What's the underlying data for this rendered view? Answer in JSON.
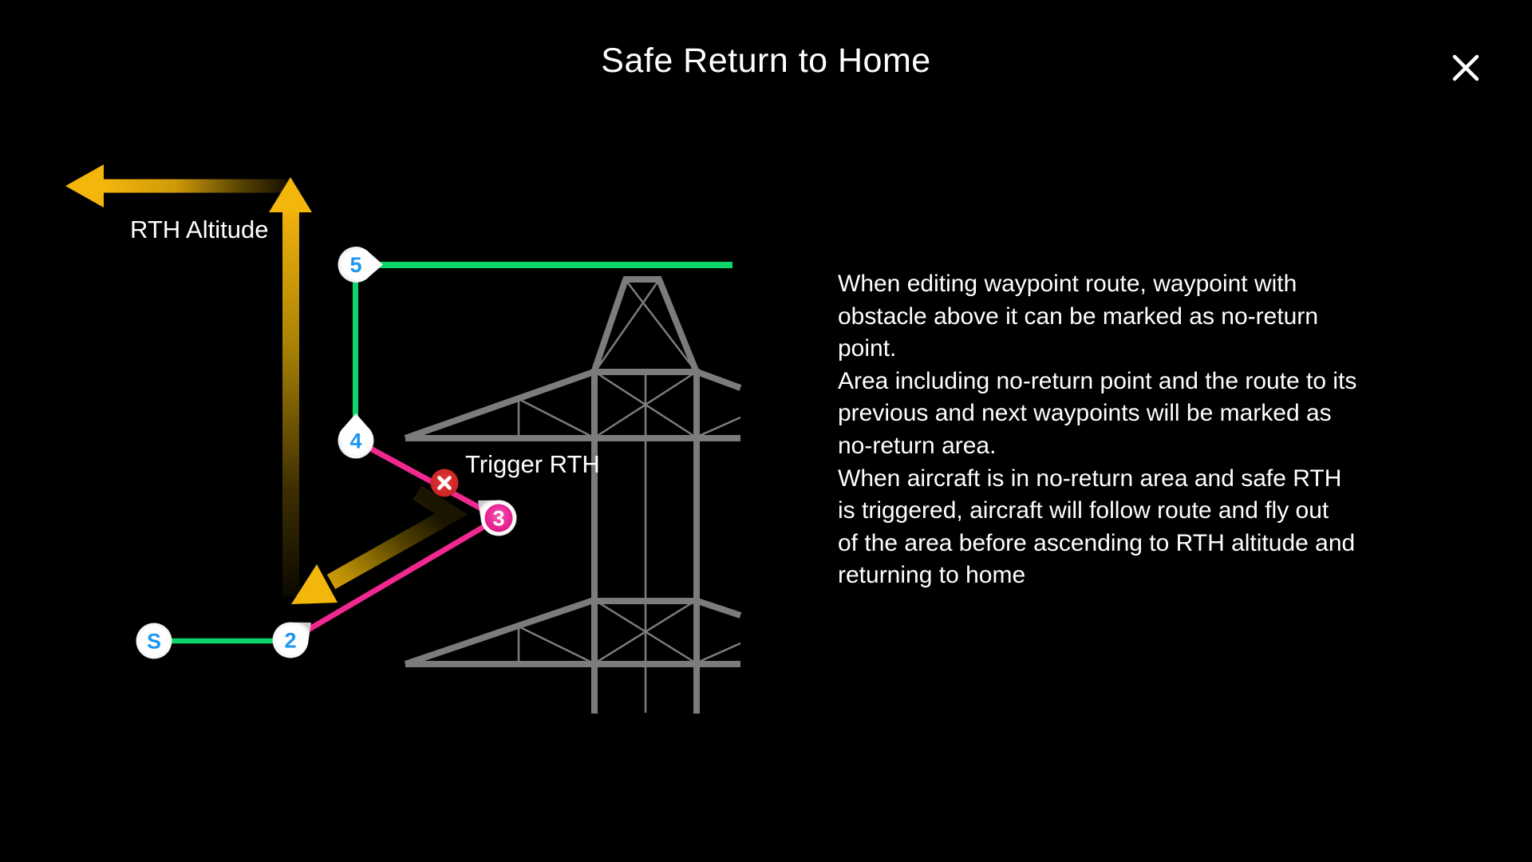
{
  "dialog": {
    "title": "Safe Return to Home",
    "close_icon_name": "close-x"
  },
  "diagram": {
    "rth_altitude_label": "RTH Altitude",
    "trigger_rth_label": "Trigger RTH",
    "waypoints": [
      {
        "id": "wp5",
        "label": "5",
        "type": "normal"
      },
      {
        "id": "wp4",
        "label": "4",
        "type": "normal"
      },
      {
        "id": "wp3",
        "label": "3",
        "type": "no-return"
      },
      {
        "id": "wp2",
        "label": "2",
        "type": "normal"
      },
      {
        "id": "start",
        "label": "S",
        "type": "start"
      }
    ],
    "no_return_marker_icon": "x-circle",
    "obstacle": "transmission-tower"
  },
  "description": {
    "lines": [
      "When editing waypoint route, waypoint with",
      "obstacle above it can be marked as no-return",
      "point.",
      "Area including no-return point and the route to its",
      "previous and next waypoints will be marked as",
      "no-return area.",
      "When aircraft is in no-return area and safe RTH",
      "is triggered, aircraft will follow route and fly out",
      "of the area before ascending to RTH altitude and",
      "returning to home"
    ]
  },
  "theme": {
    "bg": "#000000",
    "text": "#ffffff",
    "route-green": "#0ed56a",
    "no-return-pink": "#f0288f",
    "rth-gold": "#f2b40c",
    "alert-red": "#d22b2b",
    "waypoint-blue": "#1e96f0",
    "tower-gray": "#7c7c7c"
  }
}
